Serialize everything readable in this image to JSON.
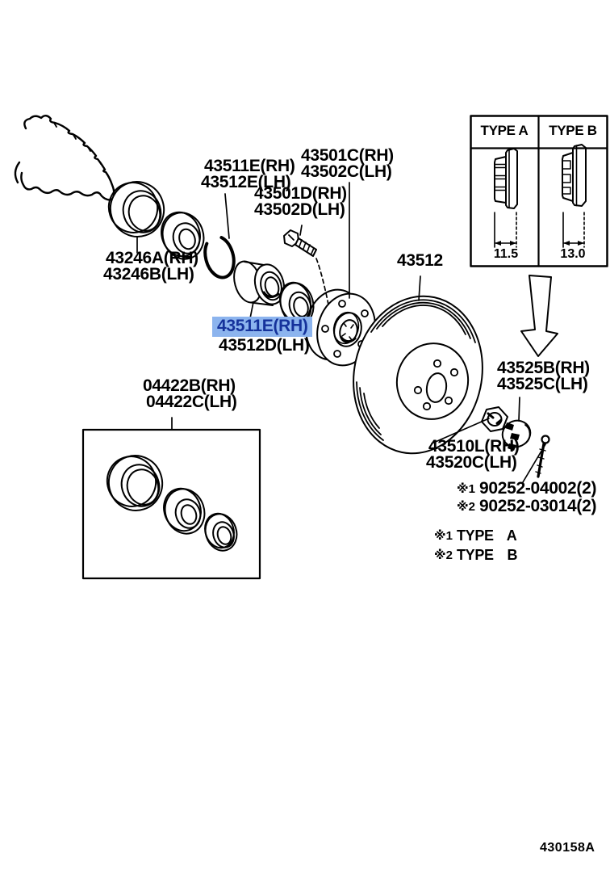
{
  "footer_code": "430158A",
  "highlight": {
    "background": "#8CB4EE",
    "text_color": "#15329B"
  },
  "labels": {
    "hub": {
      "line1": "43501C(RH)",
      "line2": "43502C(LH)"
    },
    "snap_ring": {
      "line1": "43511E(RH)",
      "line2": "43512E(LH)"
    },
    "hub_bolt": {
      "line1": "43501D(RH)",
      "line2": "43502D(LH)"
    },
    "dust_deflector": {
      "line1": "43246A(RH)",
      "line2": "43246B(LH)"
    },
    "brake_disc": {
      "line1": "43512"
    },
    "wheel_bearing": {
      "line1": "43511E(RH)",
      "line2": "43512D(LH)"
    },
    "bearing_kit": {
      "line1": "04422B(RH)",
      "line2": "04422C(LH)"
    },
    "nut_cap": {
      "line1": "43525B(RH)",
      "line2": "43525C(LH)"
    },
    "lock_nut": {
      "line1": "43510L(RH)",
      "line2": "43520C(LH)"
    },
    "cotter_pin": {
      "ref1_mark": "※1",
      "ref1_number": "90252-04002(2)",
      "ref2_mark": "※2",
      "ref2_number": "90252-03014(2)"
    }
  },
  "legend": {
    "ref1_mark": "※1",
    "ref1_text": "TYPE A",
    "ref2_mark": "※2",
    "ref2_text": "TYPE B"
  },
  "type_table": {
    "type_a": {
      "header": "TYPE A",
      "dimension": "11.5"
    },
    "type_b": {
      "header": "TYPE B",
      "dimension": "13.0"
    }
  }
}
